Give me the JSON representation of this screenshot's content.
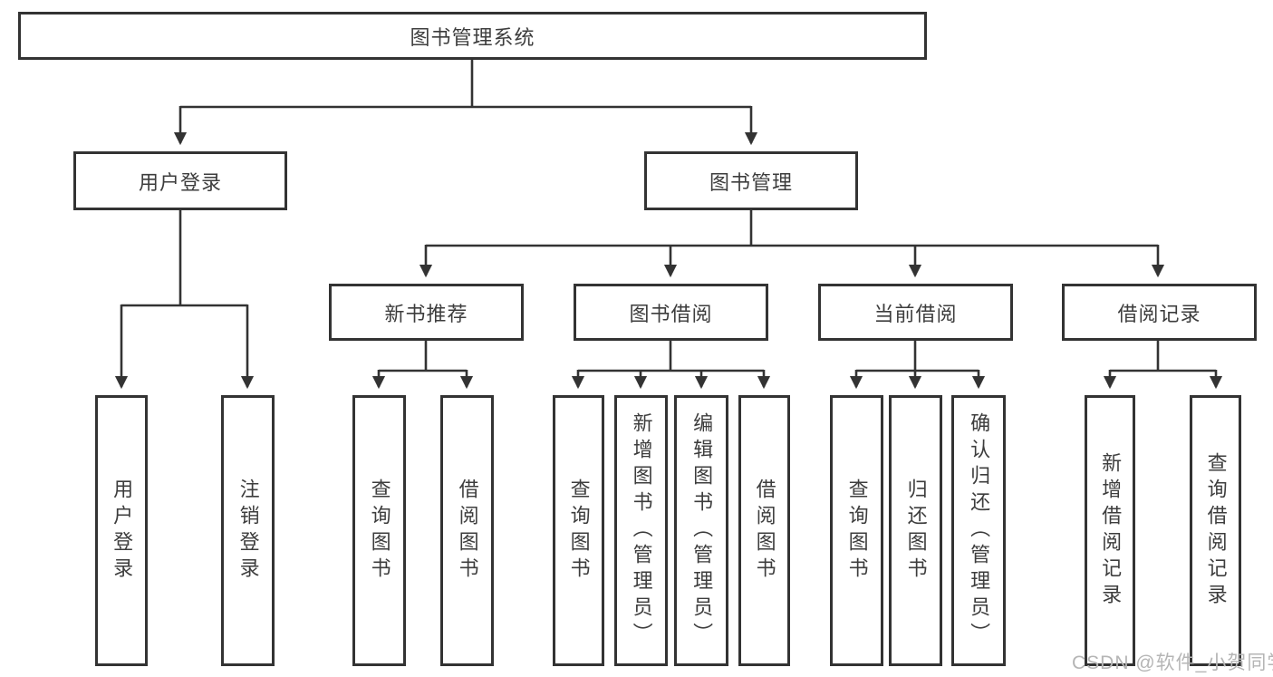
{
  "diagram": {
    "root": {
      "label": "图书管理系统"
    },
    "branches": [
      {
        "label": "用户登录",
        "children": [
          {
            "label": "用户登录"
          },
          {
            "label": "注销登录"
          }
        ]
      },
      {
        "label": "图书管理",
        "children": [
          {
            "label": "新书推荐",
            "children": [
              {
                "label": "查询图书"
              },
              {
                "label": "借阅图书"
              }
            ]
          },
          {
            "label": "图书借阅",
            "children": [
              {
                "label": "查询图书"
              },
              {
                "label": "新增图书（管理员）"
              },
              {
                "label": "编辑图书（管理员）"
              },
              {
                "label": "借阅图书"
              }
            ]
          },
          {
            "label": "当前借阅",
            "children": [
              {
                "label": "查询图书"
              },
              {
                "label": "归还图书"
              },
              {
                "label": "确认归还（管理员）"
              }
            ]
          },
          {
            "label": "借阅记录",
            "children": [
              {
                "label": "新增借阅记录"
              },
              {
                "label": "查询借阅记录"
              }
            ]
          }
        ]
      }
    ],
    "watermark": "CSDN @软件_小贺同学",
    "colors": {
      "line": "#333333",
      "border": "#333333",
      "text": "#3d3d3d",
      "background": "#ffffff",
      "watermark": "#b5b5b5"
    }
  }
}
